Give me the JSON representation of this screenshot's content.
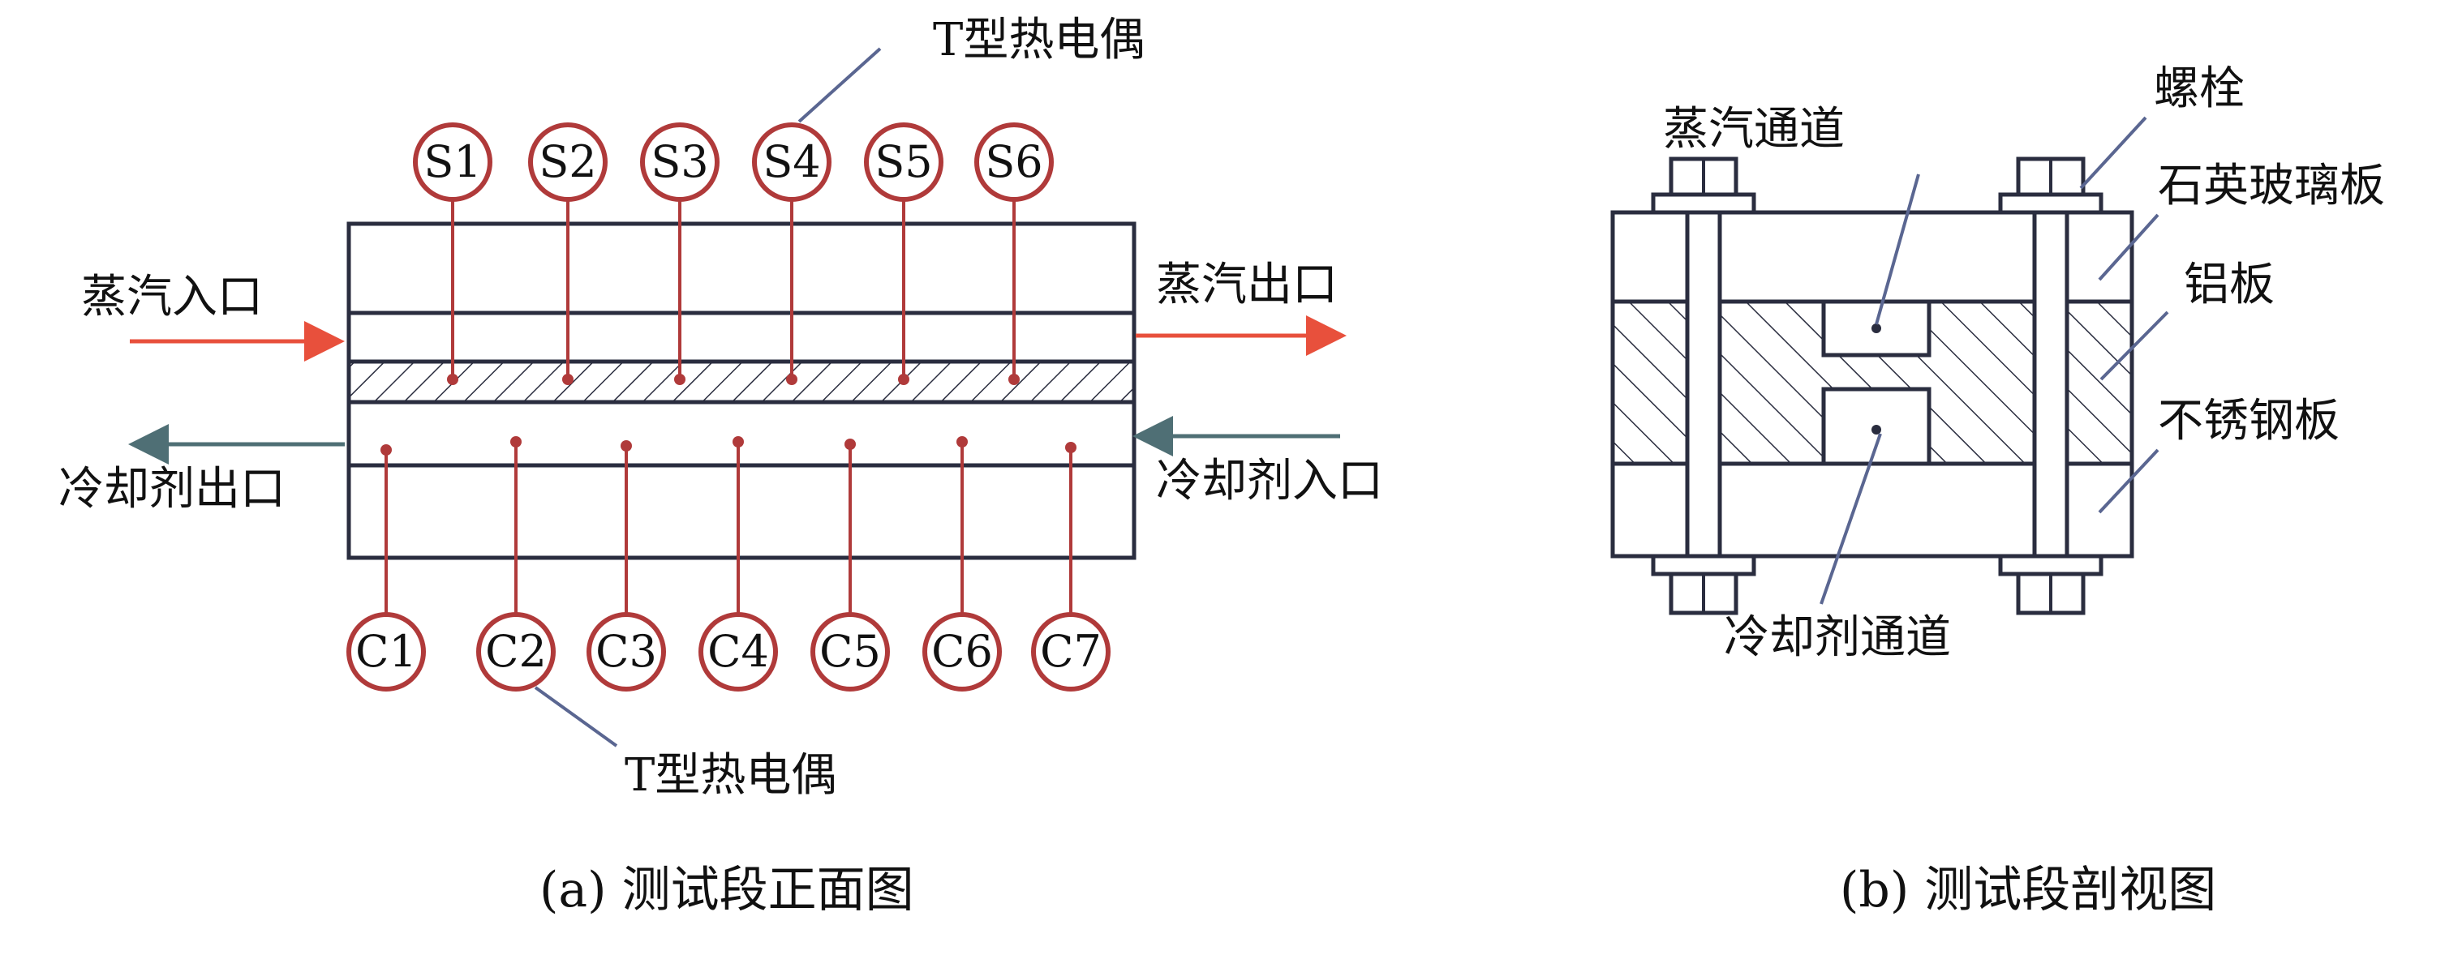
{
  "colors": {
    "line": "#2a2d3f",
    "thermocouple": "#b03a3a",
    "steam_arrow": "#e8503c",
    "coolant_arrow": "#4f6f75",
    "leader": "#5a6691",
    "hatch": "#2a2d3f",
    "bolt": "#2a2d3f"
  },
  "front_view": {
    "caption": "(a) 测试段正面图",
    "thermocouple_top_label": "T型热电偶",
    "thermocouple_bottom_label": "T型热电偶",
    "steam_inlet": "蒸汽入口",
    "steam_outlet": "蒸汽出口",
    "coolant_outlet": "冷却剂出口",
    "coolant_inlet": "冷却剂入口",
    "steam_sensors": [
      "S1",
      "S2",
      "S3",
      "S4",
      "S5",
      "S6"
    ],
    "coolant_sensors": [
      "C1",
      "C2",
      "C3",
      "C4",
      "C5",
      "C6",
      "C7"
    ]
  },
  "section_view": {
    "caption": "(b) 测试段剖视图",
    "steam_channel": "蒸汽通道",
    "bolt": "螺栓",
    "quartz_glass_plate": "石英玻璃板",
    "aluminum_plate": "铝板",
    "stainless_steel_plate": "不锈钢板",
    "coolant_channel": "冷却剂通道"
  }
}
